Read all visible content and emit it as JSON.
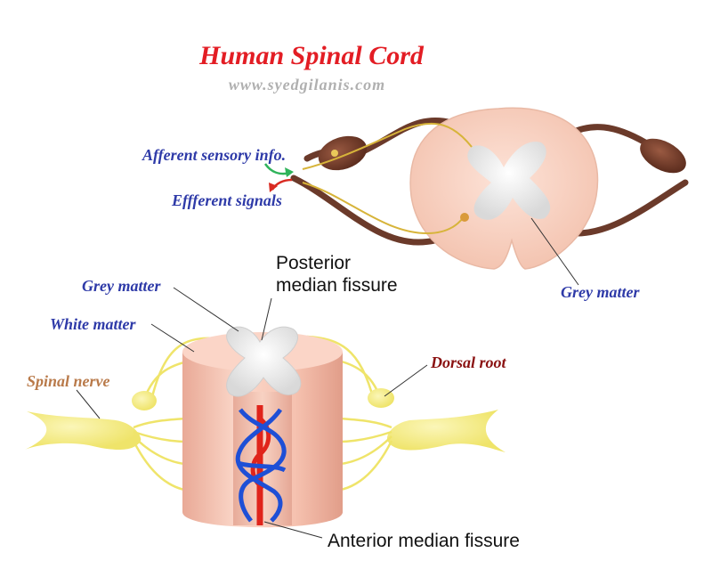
{
  "title": "Human Spinal Cord",
  "website": "www.syedgilanis.com",
  "labels": {
    "afferent": "Afferent sensory info.",
    "efferent": "Effferent signals",
    "grey_matter_top": "Grey matter",
    "grey_matter_left": "Grey matter",
    "white_matter": "White matter",
    "posterior_line1": "Posterior",
    "posterior_line2": "median fissure",
    "dorsal_root": "Dorsal root",
    "spinal_nerve": "Spinal nerve",
    "anterior": "Anterior median fissure"
  },
  "colors": {
    "title": "#e31d24",
    "label_blue": "#2e3aa8",
    "label_maroon": "#8a1111",
    "label_orange": "#b97a4a",
    "nerve_yellow": "#f5ec7a",
    "tissue_pink": "#f6c7b5",
    "ganglion_brown": "#6b3a2a",
    "artery_red": "#e0241b",
    "vein_blue": "#1e4fd6"
  }
}
